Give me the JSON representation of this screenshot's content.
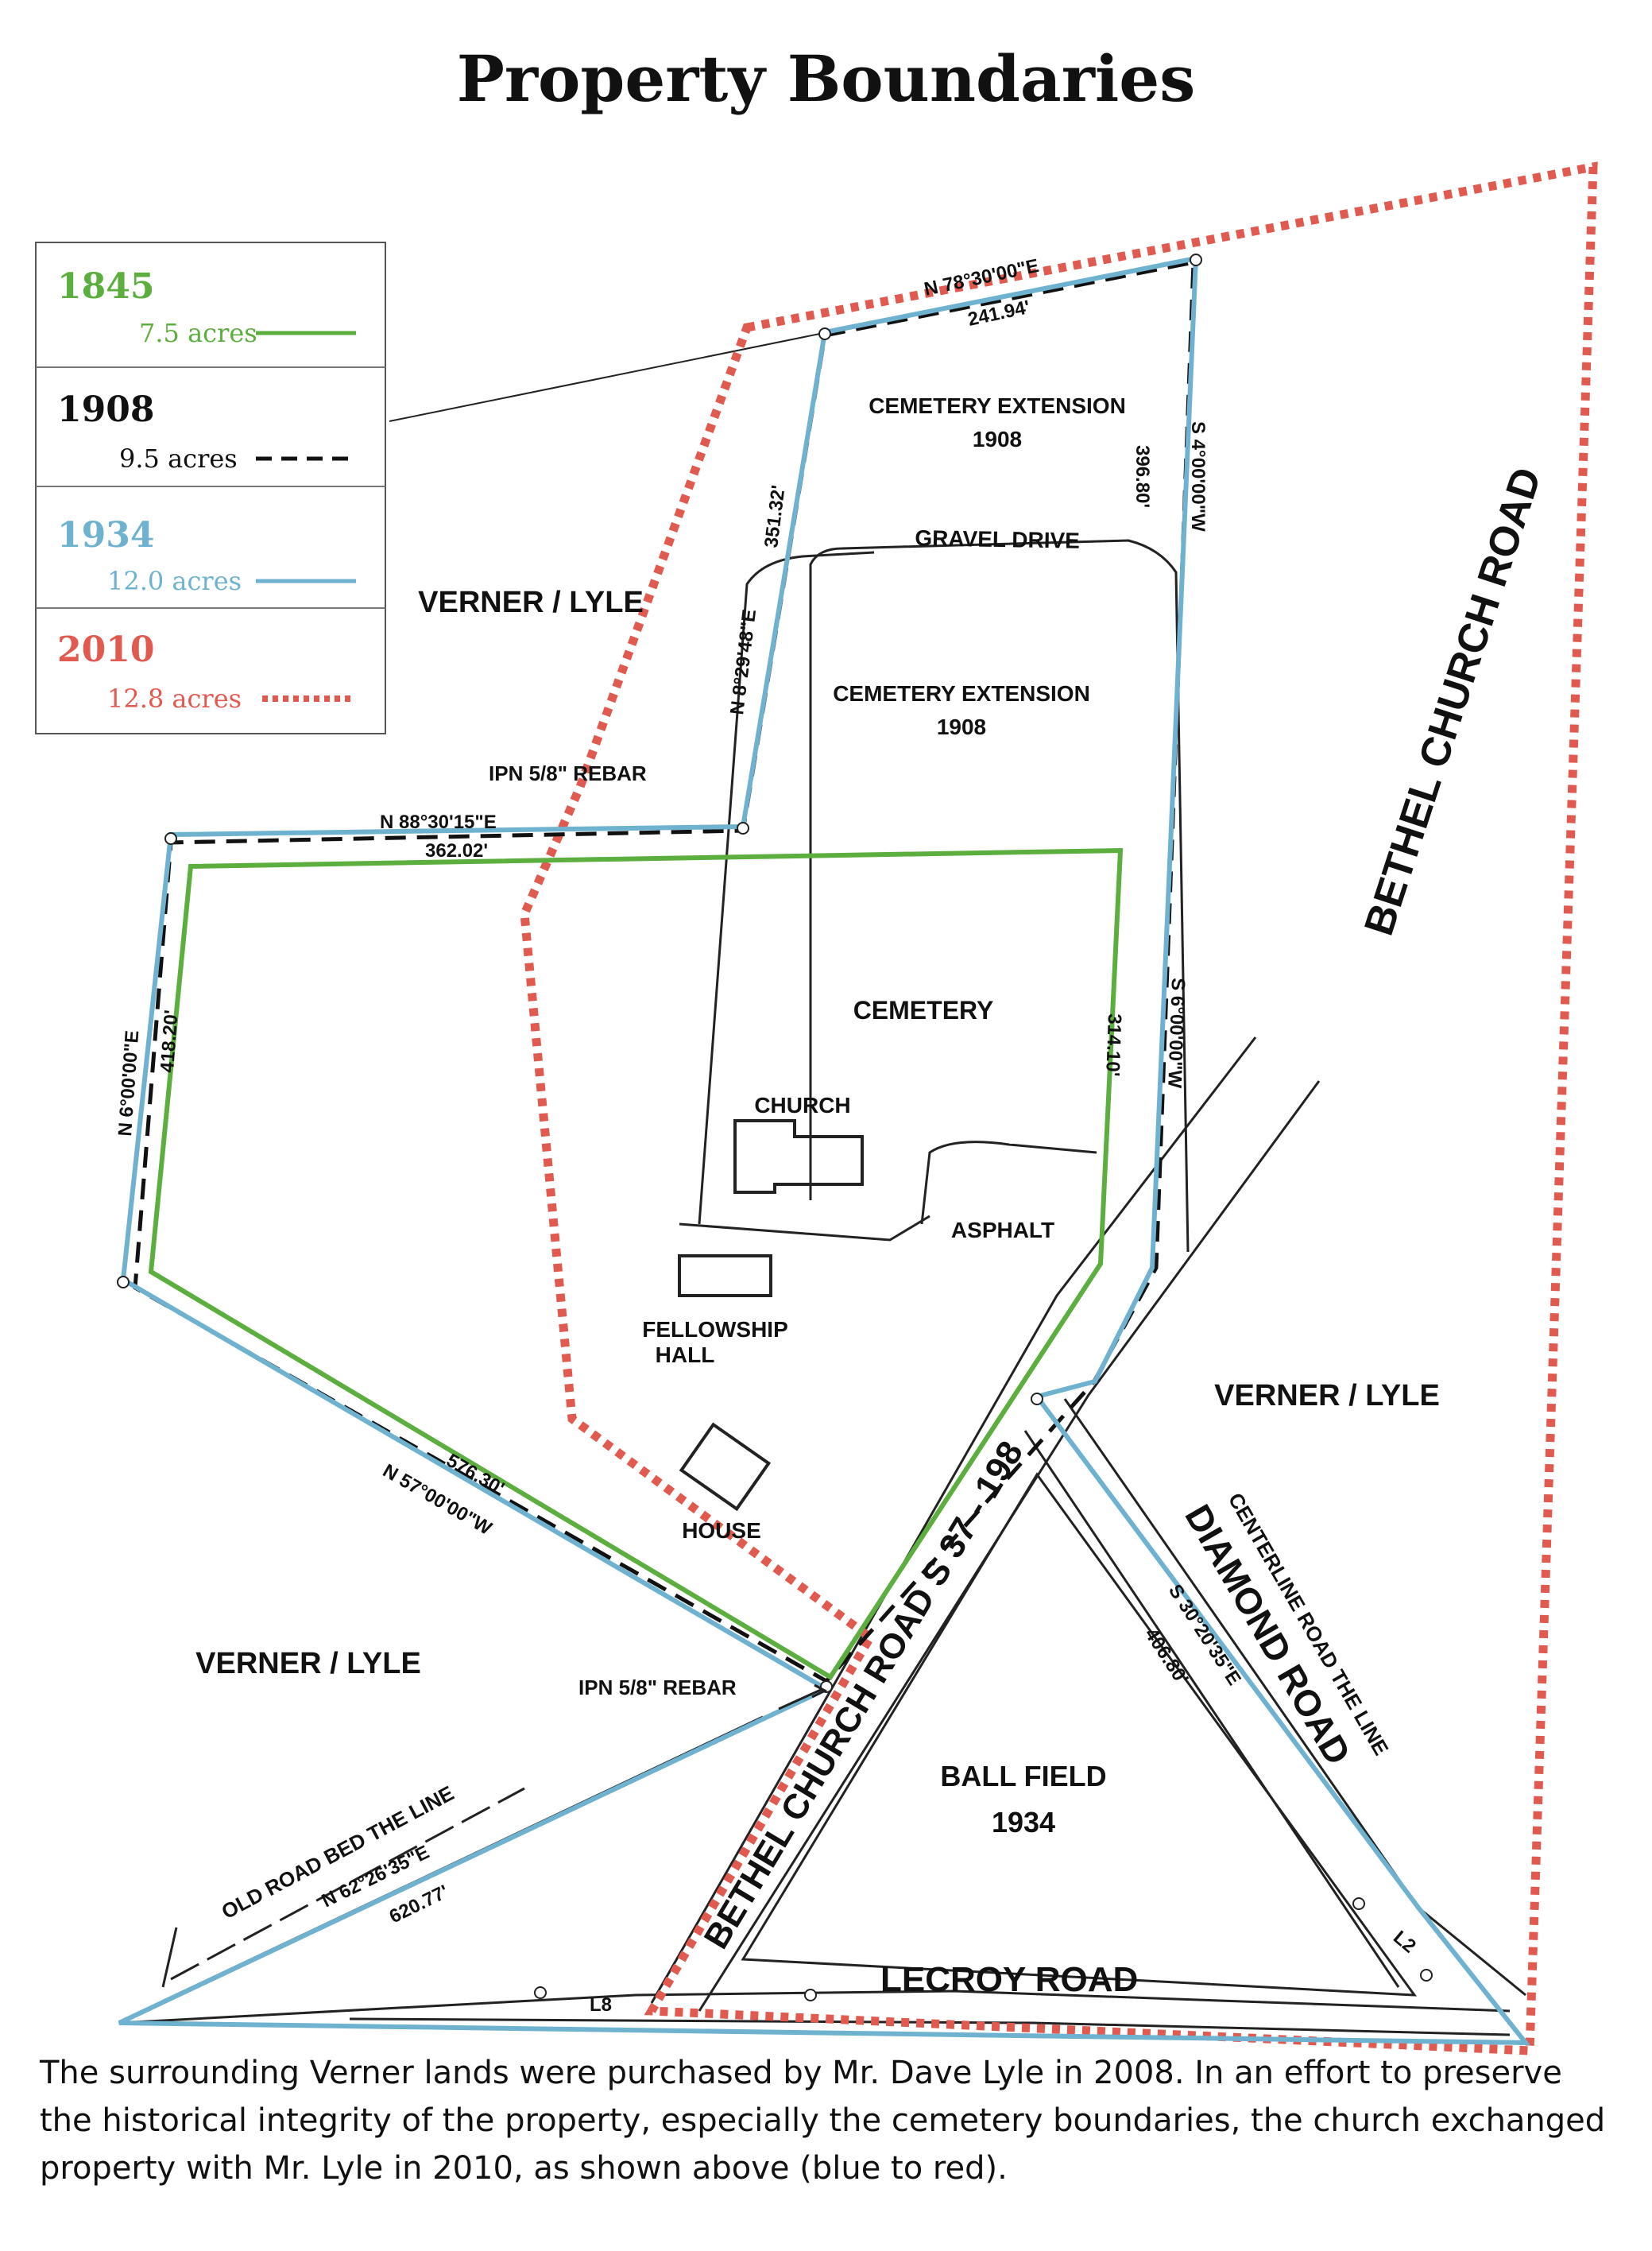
{
  "title": "Property Boundaries",
  "legend": [
    {
      "year": "1845",
      "acres": "7.5 acres",
      "color": "#5cae3f",
      "line": "solid"
    },
    {
      "year": "1908",
      "acres": "9.5 acres",
      "color": "#111111",
      "line": "dashed"
    },
    {
      "year": "1934",
      "acres": "12.0 acres",
      "color": "#6fb2cf",
      "line": "solid"
    },
    {
      "year": "2010",
      "acres": "12.8 acres",
      "color": "#e05a50",
      "line": "dotted"
    }
  ],
  "features": {
    "cemetery_extension_top": [
      "CEMETERY EXTENSION",
      "1908"
    ],
    "cemetery_extension_mid": [
      "CEMETERY EXTENSION",
      "1908"
    ],
    "gravel_drive": "GRAVEL DRIVE",
    "cemetery": "CEMETERY",
    "church": "CHURCH",
    "asphalt": "ASPHALT",
    "fellowship_hall": [
      "FELLOWSHIP",
      "HALL"
    ],
    "house": "HOUSE",
    "ball_field": [
      "BALL FIELD",
      "1934"
    ]
  },
  "areas": {
    "verner_lyle_upper_left": "VERNER / LYLE",
    "verner_lyle_lower_left": "VERNER / LYLE",
    "verner_lyle_right": "VERNER / LYLE"
  },
  "roads": {
    "bethel_church_road_upper": "BETHEL CHURCH ROAD",
    "bethel_church_road_lower": "BETHEL CHURCH ROAD S 37 - 198",
    "diamond_road": "DIAMOND ROAD",
    "centerline_note": "CENTERLINE ROAD THE LINE",
    "lecroy_road": "LECROY ROAD",
    "old_road_bed": "OLD ROAD BED THE LINE"
  },
  "markers": {
    "rebar_upper": "IPN 5/8\" REBAR",
    "rebar_lower": "IPN 5/8\" REBAR"
  },
  "bearings": {
    "top_bearing": "N 78°30'00\"E",
    "top_distance": "241.94'",
    "east_upper_bearing": "S 4°00'00\"W",
    "east_upper_distance": "396.80'",
    "west_upper_bearing": "N 8°29'48\"E",
    "west_upper_distance": "351.32'",
    "mid_bearing": "N 88°30'15\"E",
    "mid_distance": "362.02'",
    "west_bearing": "N 6°00'00\"E",
    "west_distance": "418.20'",
    "east_lower_bearing": "S 6°00'00\"W",
    "east_lower_distance": "314.10'",
    "sw_bearing": "N 57°00'00\"W",
    "sw_distance": "576.30'",
    "diamond_bearing": "S 30°20'35\"E",
    "diamond_distance": "406.80'",
    "oldroad_bearing": "N 62°26'35\"E",
    "oldroad_distance": "620.77'",
    "l2": "L2",
    "l8": "L8"
  },
  "caption": "The surrounding Verner lands were purchased by Mr. Dave Lyle in 2008. In an effort to preserve the historical integrity of the property, especially the cemetery boundaries, the church exchanged property with Mr. Lyle in 2010, as shown above (blue to red)."
}
